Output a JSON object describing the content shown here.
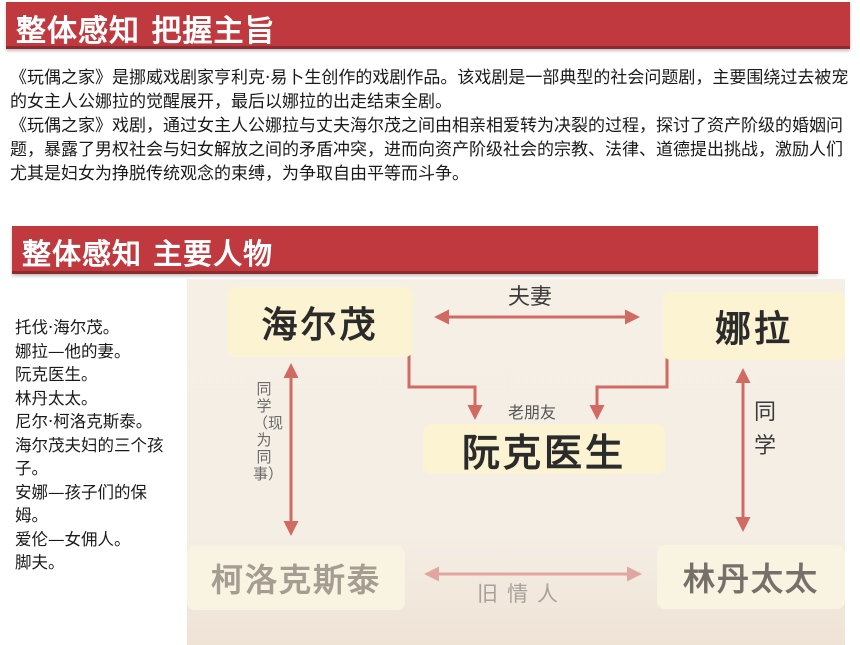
{
  "section1": {
    "title": "整体感知  把握主旨"
  },
  "intro": {
    "para1": "《玩偶之家》是挪威戏剧家亨利克·易卜生创作的戏剧作品。该戏剧是一部典型的社会问题剧，主要围绕过去被宠的女主人公娜拉的觉醒展开，最后以娜拉的出走结束全剧。",
    "para2": "《玩偶之家》戏剧，通过女主人公娜拉与丈夫海尔茂之间由相亲相爱转为决裂的过程，探讨了资产阶级的婚姻问题，暴露了男权社会与妇女解放之间的矛盾冲突，进而向资产阶级社会的宗教、法律、道德提出挑战，激励人们尤其是妇女为挣脱传统观念的束缚，为争取自由平等而斗争。"
  },
  "section2": {
    "title": "整体感知  主要人物"
  },
  "characters": [
    "托伐·海尔茂。",
    "娜拉—他的妻。",
    "阮克医生。",
    "林丹太太。",
    "尼尔·柯洛克斯泰。",
    "海尔茂夫妇的三个孩子。",
    "安娜—孩子们的保姆。",
    "爱伦—女佣人。",
    "脚夫。"
  ],
  "diagram": {
    "nodes": {
      "helmer": "海尔茂",
      "nora": "娜拉",
      "rank": "阮克医生",
      "krogstad": "柯洛克斯泰",
      "linde": "林丹太太"
    },
    "relations": {
      "spouse": "夫妻",
      "old_friend": "老朋友",
      "old_lover": "旧情人",
      "classmate_colleague": "同学（现为同事）",
      "classmate": "同学"
    },
    "colors": {
      "arrow": "#d16a63",
      "banner": "#c0393e"
    }
  }
}
